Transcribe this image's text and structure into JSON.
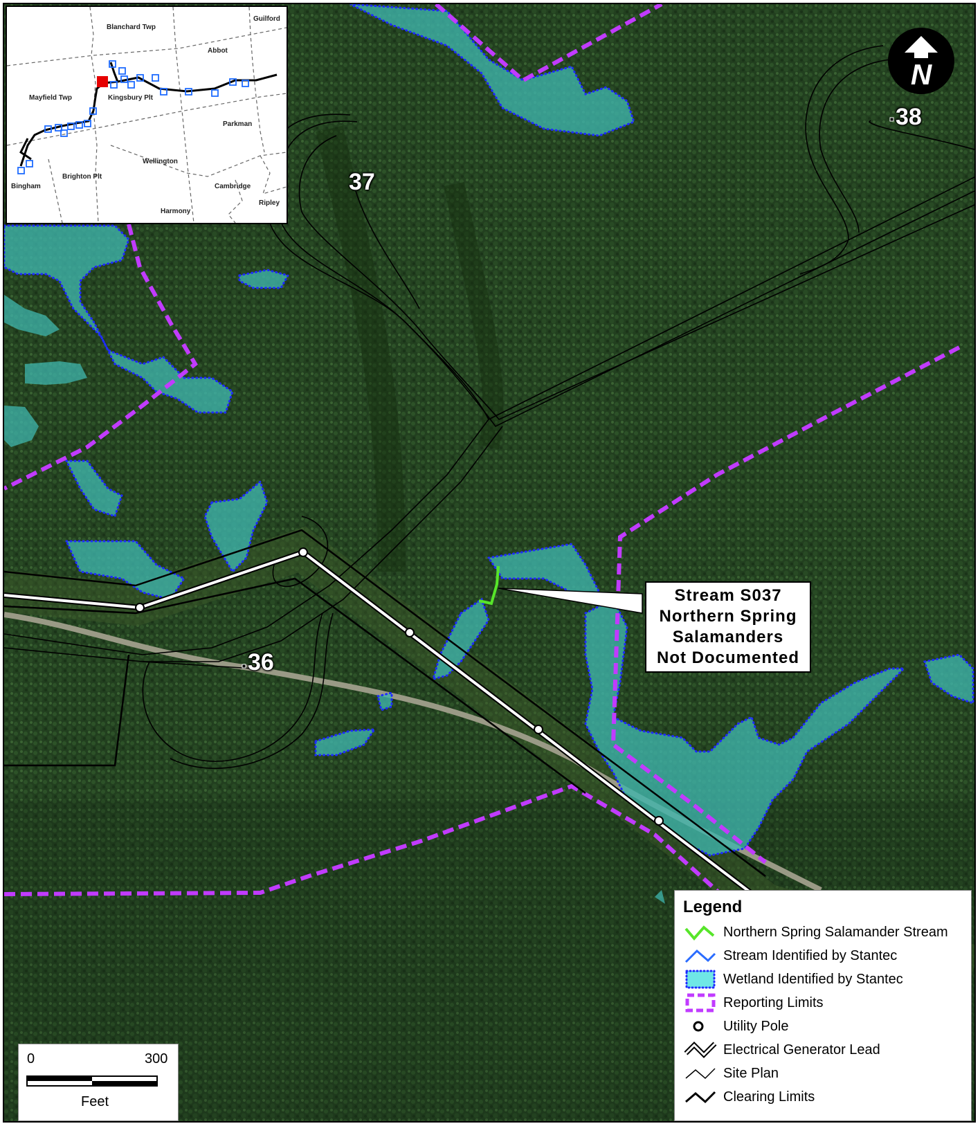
{
  "colors": {
    "wetland_fill": "#3fb5ad",
    "wetland_outline": "#1e2bff",
    "reporting_limits": "#c13bff",
    "salamander_stream": "#57e52a",
    "stantec_stream": "#2a6cff",
    "forest": "#1f3a1c",
    "road": "#9a9a86"
  },
  "labels": {
    "pole_36": "36",
    "pole_37": "37",
    "pole_38": "38"
  },
  "north_arrow": {
    "letter": "N"
  },
  "inset_map": {
    "towns": [
      "Blanchard Twp",
      "Guilford",
      "Abbot",
      "Mayfield Twp",
      "Kingsbury Plt",
      "Parkman",
      "Wellington",
      "Brighton Plt",
      "Bingham",
      "Cambridge",
      "Harmony",
      "Ripley"
    ]
  },
  "callout": {
    "lines": [
      "Stream S037",
      "Northern Spring",
      "Salamanders",
      "Not Documented"
    ]
  },
  "legend": {
    "title": "Legend",
    "items": [
      {
        "label": "Northern Spring Salamander Stream",
        "icon": "green-stream-line-icon"
      },
      {
        "label": "Stream Identified by Stantec",
        "icon": "blue-stream-line-icon"
      },
      {
        "label": "Wetland Identified by Stantec",
        "icon": "wetland-swatch-icon"
      },
      {
        "label": "Reporting Limits",
        "icon": "reporting-limits-swatch-icon"
      },
      {
        "label": "Utility Pole",
        "icon": "utility-pole-icon"
      },
      {
        "label": "Electrical Generator Lead",
        "icon": "generator-lead-line-icon"
      },
      {
        "label": "Site Plan",
        "icon": "site-plan-line-icon"
      },
      {
        "label": "Clearing Limits",
        "icon": "clearing-limits-line-icon"
      }
    ]
  },
  "scale_bar": {
    "start": "0",
    "end": "300",
    "unit": "Feet"
  }
}
